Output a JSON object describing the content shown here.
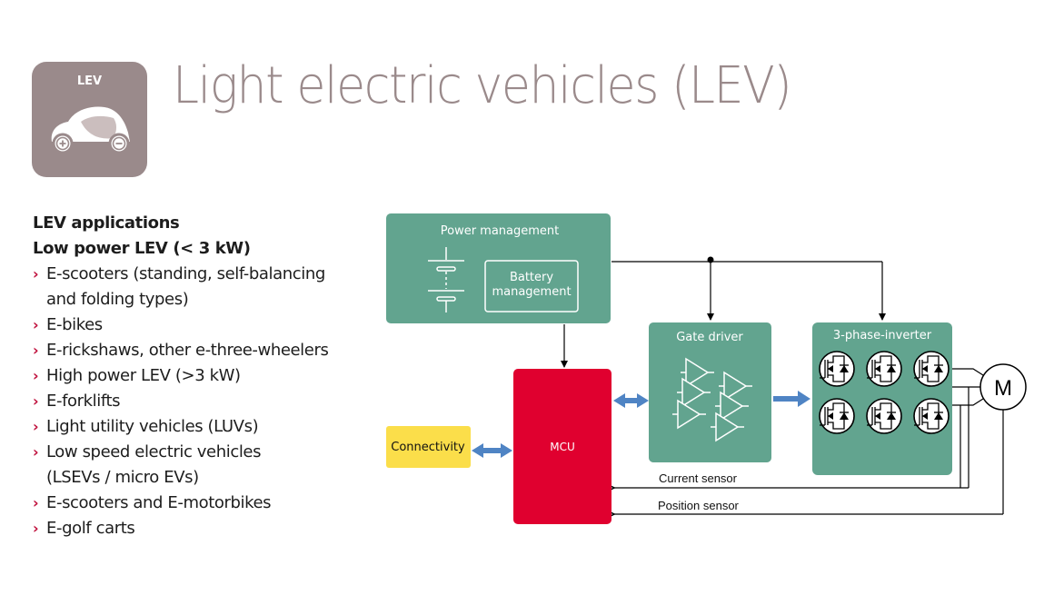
{
  "badge": {
    "label": "LEV",
    "icon": "electric-car-icon"
  },
  "title": "Light electric vehicles (LEV)",
  "applications": {
    "heading": "LEV applications",
    "subheading": "Low power LEV (< 3 kW)",
    "bullet_glyph": "›",
    "items": [
      {
        "line1": "E-scooters (standing, self-balancing",
        "line2": "and folding types)"
      },
      {
        "line1": "E-bikes"
      },
      {
        "line1": "E-rickshaws, other e-three-wheelers"
      },
      {
        "line1": "High power LEV (>3 kW)"
      },
      {
        "line1": "E-forklifts"
      },
      {
        "line1": "Light utility vehicles (LUVs)"
      },
      {
        "line1": "Low speed electric vehicles",
        "line2": "(LSEVs / micro EVs)"
      },
      {
        "line1": "E-scooters and E-motorbikes"
      },
      {
        "line1": "E-golf carts"
      }
    ]
  },
  "diagram": {
    "colors": {
      "block": "#62a48f",
      "mcu": "#e0002f",
      "connectivity": "#fbde4a",
      "bus_arrow": "#4f84c4",
      "title": "#9a8a8b",
      "bullet": "#c0113d"
    },
    "power_management": {
      "title": "Power management",
      "battery_line1": "Battery",
      "battery_line2": "management"
    },
    "gate_driver": {
      "title": "Gate driver"
    },
    "inverter": {
      "title": "3-phase-inverter"
    },
    "mcu": {
      "label": "MCU"
    },
    "connectivity": {
      "label": "Connectivity"
    },
    "motor": {
      "label": "M"
    },
    "current_sensor": "Current sensor",
    "position_sensor": "Position sensor"
  }
}
